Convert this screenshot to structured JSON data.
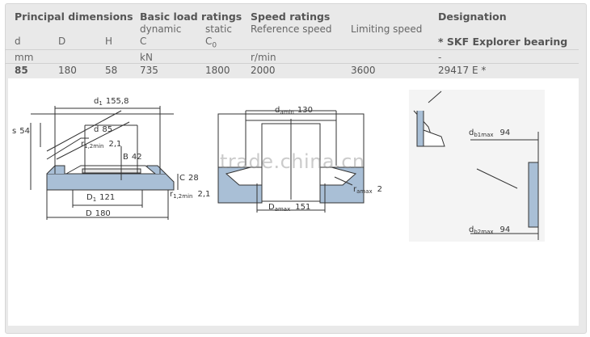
{
  "headers": {
    "principal_dimensions": "Principal dimensions",
    "basic_load_ratings": "Basic load ratings",
    "speed_ratings": "Speed ratings",
    "designation": "Designation"
  },
  "subheaders": {
    "d": "d",
    "D": "D",
    "H": "H",
    "dynamic": "dynamic",
    "dynamic_sym": "C",
    "static": "static",
    "static_sym": "C",
    "static_sub": "0",
    "reference_speed": "Reference speed",
    "limiting_speed": "Limiting speed",
    "skf_explorer": "* SKF Explorer bearing"
  },
  "units": {
    "mm": "mm",
    "kN": "kN",
    "rpm": "r/min",
    "designation": "-"
  },
  "row": {
    "d": "85",
    "D": "180",
    "H": "58",
    "C": "735",
    "C0": "1800",
    "reference_speed": "2000",
    "limiting_speed": "3600",
    "designation": "29417 E *"
  },
  "diagram1": {
    "d1_label": "d",
    "d1_sub": "1",
    "d1_value": "155,8",
    "s_label": "s",
    "s_value": "54",
    "d_label": "d",
    "d_value": "85",
    "r_top_label": "r",
    "r_top_sub": "1,2min",
    "r_top_value": "2,1",
    "B_label": "B",
    "B_value": "42",
    "C_label": "C",
    "C_value": "28",
    "r_right_label": "r",
    "r_right_sub": "1,2min",
    "r_right_value": "2,1",
    "D1_label": "D",
    "D1_sub": "1",
    "D1_value": "121",
    "D_label": "D",
    "D_value": "180"
  },
  "diagram2": {
    "damin_label": "d",
    "damin_sub": "amin",
    "damin_value": "130",
    "ramax_label": "r",
    "ramax_sub": "amax",
    "ramax_value": "2",
    "Damax_label": "D",
    "Damax_sub": "amax",
    "Damax_value": "151"
  },
  "diagram3": {
    "db1_label": "d",
    "db1_sub": "b1max",
    "db1_value": "94",
    "db2_label": "d",
    "db2_sub": "b2max",
    "db2_value": "94"
  },
  "watermark": "trade.china.cn",
  "colors": {
    "frame_bg": "#e9e9e9",
    "bearing_fill": "#a9bfd6",
    "line": "#333333"
  }
}
